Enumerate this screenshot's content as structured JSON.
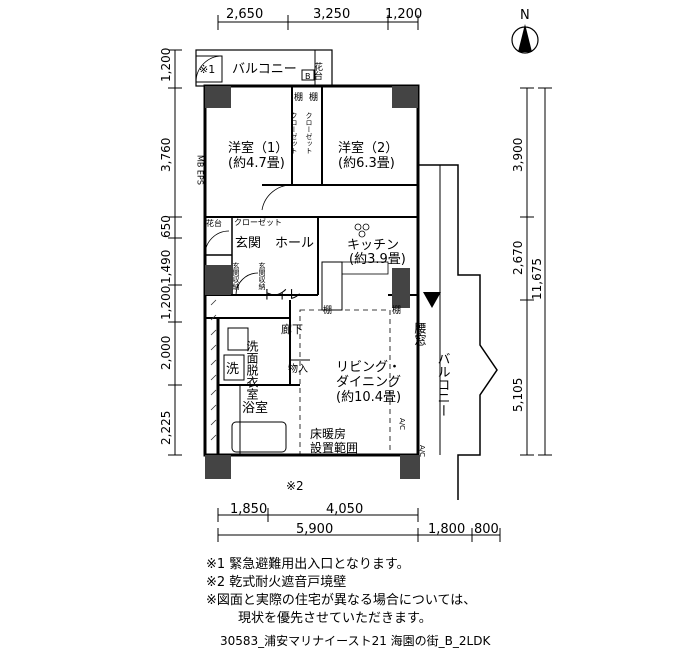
{
  "plan": {
    "top_dims": [
      "2,650",
      "3,250",
      "1,200"
    ],
    "bottom_dims_row1": [
      "1,850",
      "4,050"
    ],
    "bottom_dims_row2": [
      "5,900",
      "1,800",
      "800"
    ],
    "left_dims": [
      "1,200",
      "3,760",
      "650",
      "1,490",
      "1,200",
      "2,000",
      "2,225"
    ],
    "right_dims_inner": [
      "3,900",
      "2,670",
      "5,105"
    ],
    "right_dim_total": "11,675",
    "compass": "N",
    "rooms": {
      "balcony_top": "バルコニー",
      "note1_mark": "※1",
      "flowerbed_top": "花台",
      "b_mark": "B",
      "western1_name": "洋室（1）",
      "western1_size": "(約4.7畳)",
      "western2_name": "洋室（2）",
      "western2_size": "(約6.3畳)",
      "closet_a": "クローゼット",
      "closet_b": "クローゼット",
      "shelf1": "棚",
      "shelf2": "棚",
      "mb_eps": "MB EPS",
      "flowerbed_left": "花台",
      "closet_hall": "クローゼット",
      "entrance": "玄関",
      "hall": "ホール",
      "storage1": "玄関収納",
      "storage2": "玄関収納",
      "kitchen_name": "キッチン",
      "kitchen_size": "(約3.9畳)",
      "toilet": "トイレ",
      "shelf3": "棚",
      "shelf4": "棚",
      "corridor": "廊下",
      "dressing": "洗面脱衣室",
      "wash": "洗",
      "storage_items": "物入",
      "living_name1": "リビング・",
      "living_name2": "ダイニング",
      "living_size": "(約10.4畳)",
      "bath": "浴室",
      "floor_heat": "床暖房",
      "floor_heat2": "設置範囲",
      "waist_window": "腰窓",
      "balcony_right": "バルコニー",
      "ac1": "A/C",
      "ac2": "A/C",
      "note2_mark": "※2"
    }
  },
  "notes": [
    "※1 緊急避難用出入口となります。",
    "※2 乾式耐火遮音戸境壁",
    "※図面と実際の住宅が異なる場合については、",
    "現状を優先させていただきます。"
  ],
  "caption": "30583_浦安マリナイースト21 海園の街_B_2LDK"
}
